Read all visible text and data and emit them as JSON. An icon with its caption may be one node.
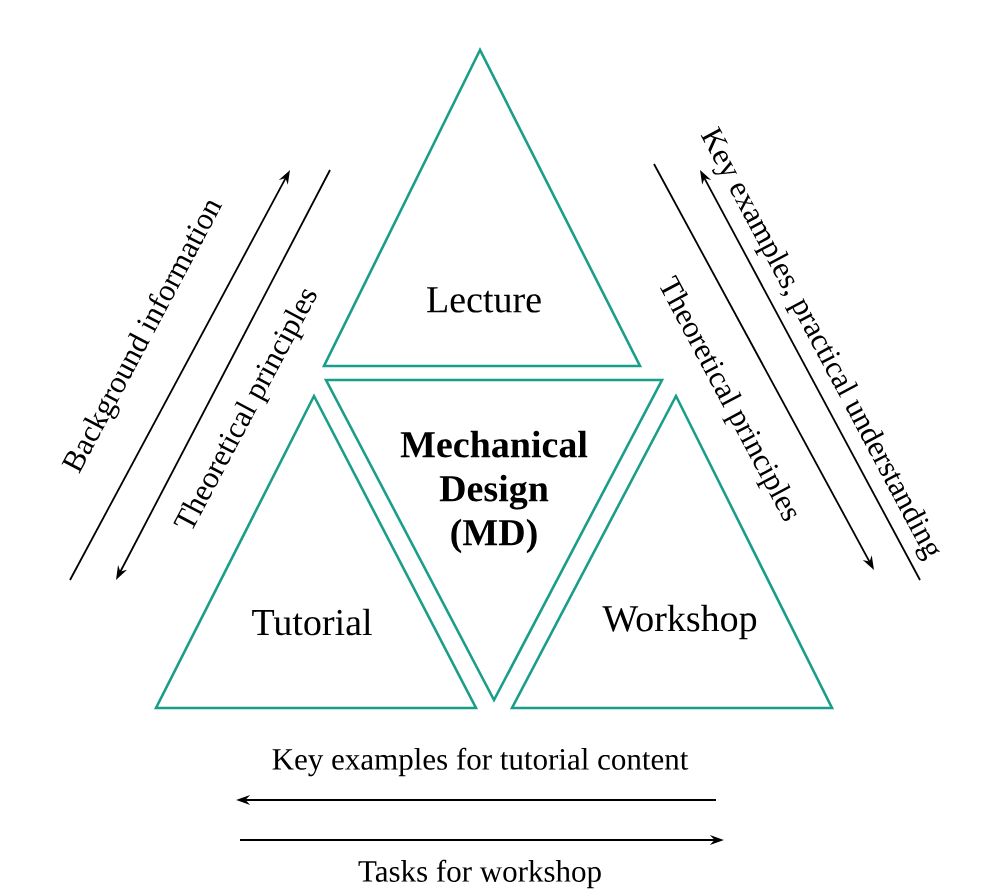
{
  "diagram": {
    "nodes": [
      {
        "text": [
          "Lecture"
        ]
      },
      {
        "text": [
          "Mechanical Design (MD)"
        ]
      },
      {
        "text": [
          "Tutorial"
        ]
      },
      {
        "text": [
          "Workshop"
        ]
      }
    ],
    "labels": [
      "Background information",
      "Theoretical principles",
      "Key examples, practical understanding",
      "Theoretical principles",
      "Key examples for tutorial content",
      "Tasks for workshop"
    ]
  }
}
